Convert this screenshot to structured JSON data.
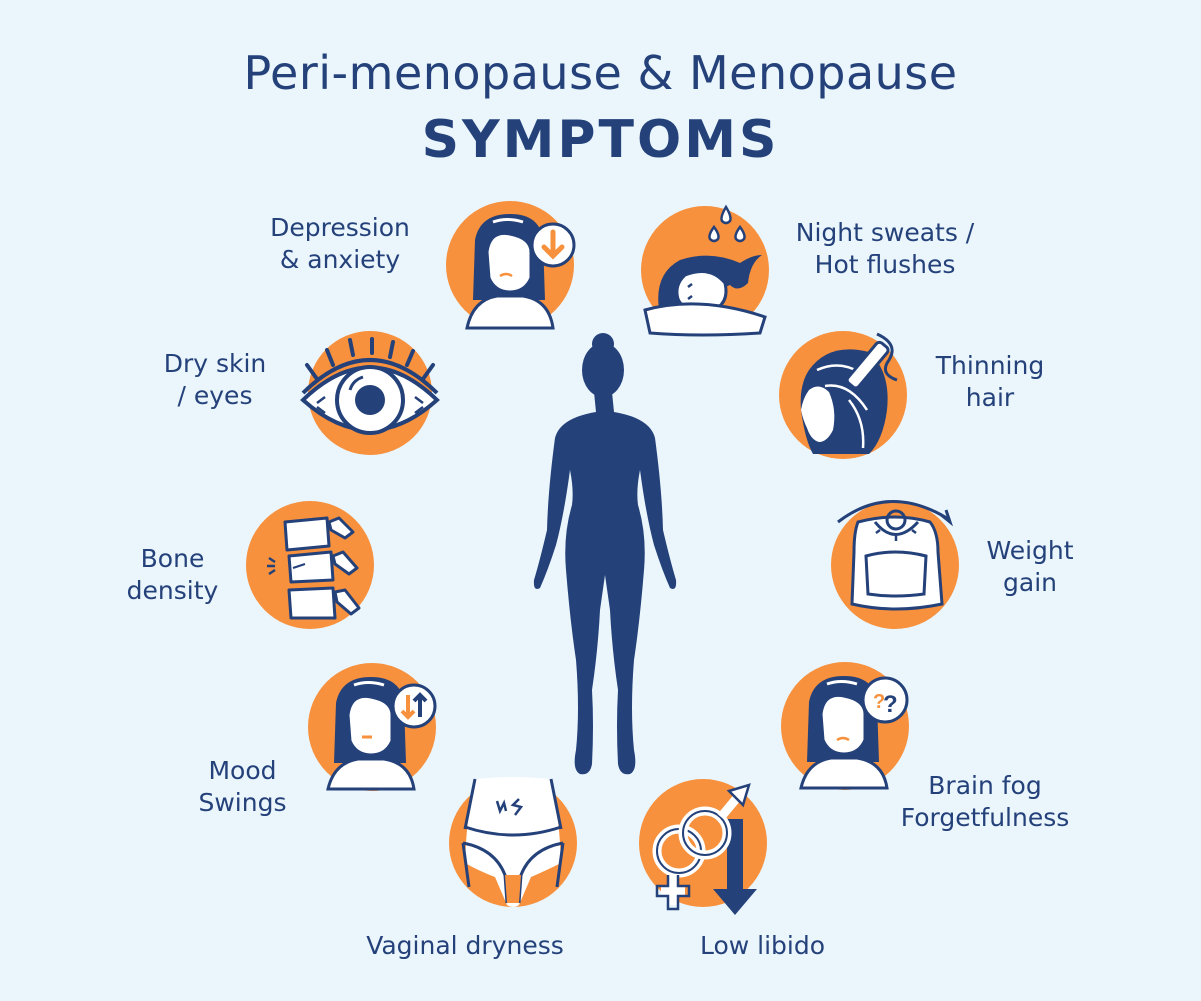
{
  "header": {
    "title": "Peri-menopause & Menopause",
    "subtitle": "SYMPTOMS"
  },
  "colors": {
    "background": "#EAF5FC",
    "navy": "#24417A",
    "orange": "#F7913D",
    "white": "#FFFFFF"
  },
  "center_figure": {
    "icon": "female-silhouette-icon"
  },
  "symptoms": [
    {
      "id": "depression",
      "icon": "sad-woman-down-arrow-icon",
      "lines": [
        "Depression",
        "& anxiety"
      ]
    },
    {
      "id": "night-sweats",
      "icon": "sleeping-sweat-drops-icon",
      "lines": [
        "Night sweats /",
        "Hot flushes"
      ]
    },
    {
      "id": "dry-skin",
      "icon": "eye-icon",
      "lines": [
        "Dry skin",
        "/ eyes"
      ]
    },
    {
      "id": "thinning-hair",
      "icon": "hair-comb-icon",
      "lines": [
        "Thinning",
        "hair"
      ]
    },
    {
      "id": "bone-density",
      "icon": "spine-vertebrae-icon",
      "lines": [
        "Bone",
        "density"
      ]
    },
    {
      "id": "weight-gain",
      "icon": "scale-icon",
      "lines": [
        "Weight",
        "gain"
      ]
    },
    {
      "id": "mood-swings",
      "icon": "woman-up-down-arrows-icon",
      "lines": [
        "Mood",
        "Swings"
      ]
    },
    {
      "id": "brain-fog",
      "icon": "woman-question-mark-icon",
      "lines": [
        "Brain fog",
        "Forgetfulness"
      ]
    },
    {
      "id": "vaginal-dryness",
      "icon": "underwear-icon",
      "lines": [
        "Vaginal dryness"
      ]
    },
    {
      "id": "low-libido",
      "icon": "gender-symbols-down-arrow-icon",
      "lines": [
        "Low libido"
      ]
    }
  ]
}
